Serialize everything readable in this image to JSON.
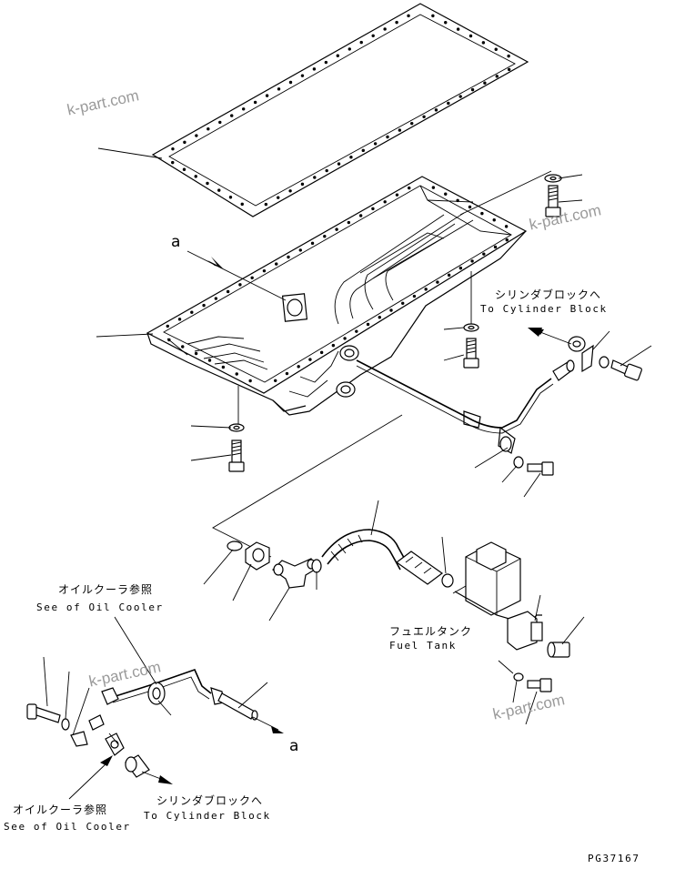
{
  "labels": {
    "ref_a_top": "a",
    "ref_a_bottom": "a",
    "to_cylinder_block_jp_1": "シリンダブロックへ",
    "to_cylinder_block_en_1": "To Cylinder Block",
    "see_oil_cooler_jp_1": "オイルクーラ参照",
    "see_oil_cooler_en_1": "See of Oil Cooler",
    "fuel_tank_jp": "フュエルタンク",
    "fuel_tank_en": "Fuel Tank",
    "see_oil_cooler_jp_2": "オイルクーラ参照",
    "see_oil_cooler_en_2": "See of Oil Cooler",
    "to_cylinder_block_jp_2": "シリンダブロックへ",
    "to_cylinder_block_en_2": "To Cylinder Block",
    "drawing_number": "PG37167"
  },
  "watermarks": [
    "k-part.com",
    "k-part.com",
    "k-part.com",
    "k-part.com"
  ],
  "colors": {
    "line": "#000000",
    "watermark": "#9a9a9a",
    "background": "#ffffff"
  }
}
